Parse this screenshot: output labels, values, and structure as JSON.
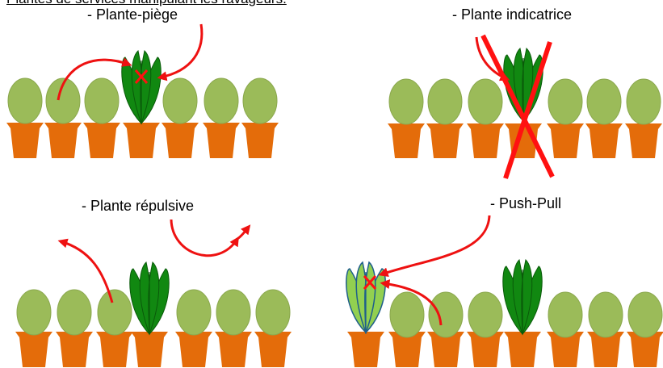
{
  "header": {
    "title": "Plantes de services manipulant les ravageurs."
  },
  "panels": [
    {
      "label": "- Plante-piège"
    },
    {
      "label": "- Plante indicatrice"
    },
    {
      "label": "- Plante répulsive"
    },
    {
      "label": "- Push-Pull"
    }
  ],
  "colors": {
    "pot": "#E46C0A",
    "crop_plant": "#9BBB59",
    "crop_outline": "#8BA84E",
    "service_plant": "#118811",
    "service_vein": "#0A5A0A",
    "trap_plant_light": "#92D050",
    "trap_outline": "#1F5F8B",
    "arrow": "#EE1111",
    "cross": "#FF1111"
  }
}
